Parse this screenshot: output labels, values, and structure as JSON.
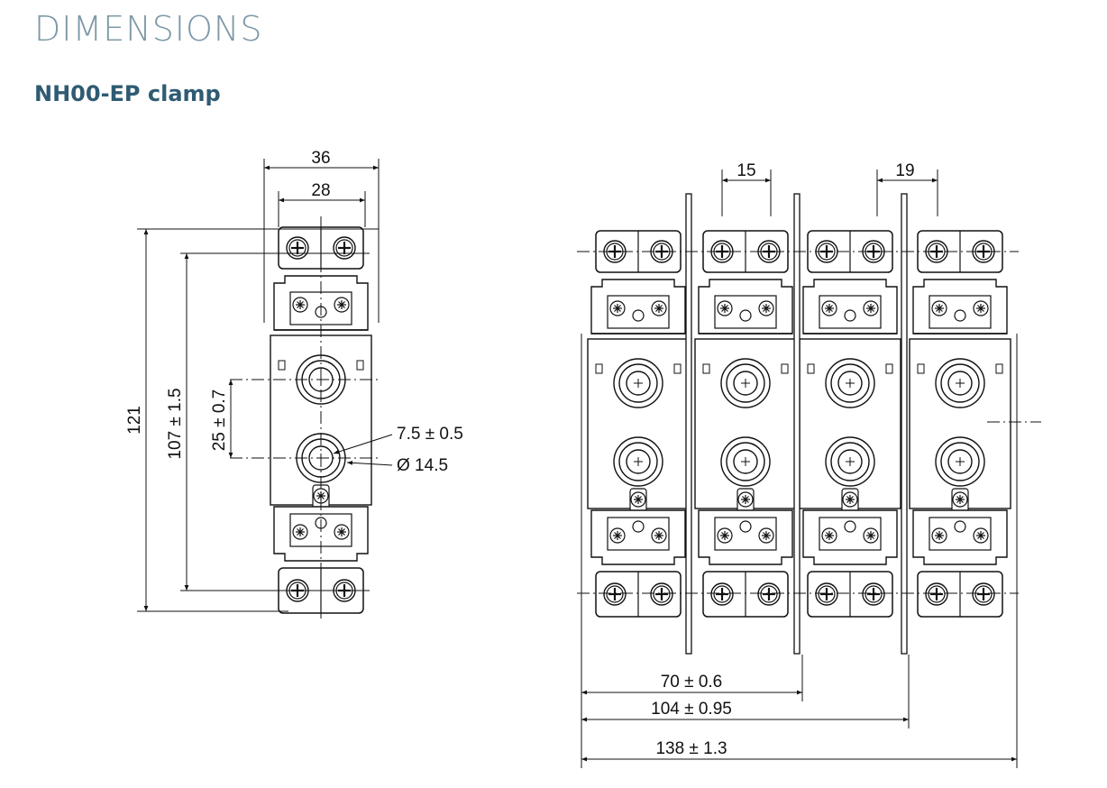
{
  "title": "DIMENSIONS",
  "subtitle": "NH00-EP clamp",
  "single_clamp": {
    "width_outer": "36",
    "width_inner": "28",
    "height_total": "121",
    "height_inner": "107 ± 1.5",
    "hole_spacing": "25 ± 0.7",
    "hole_diameter": "7.5 ± 0.5",
    "outer_diameter": "Ø 14.5"
  },
  "row_clamps": {
    "pitch_a": "15",
    "pitch_b": "19",
    "span_two": "70 ± 0.6",
    "span_three": "104 ± 0.95",
    "span_four": "138 ± 1.3"
  }
}
